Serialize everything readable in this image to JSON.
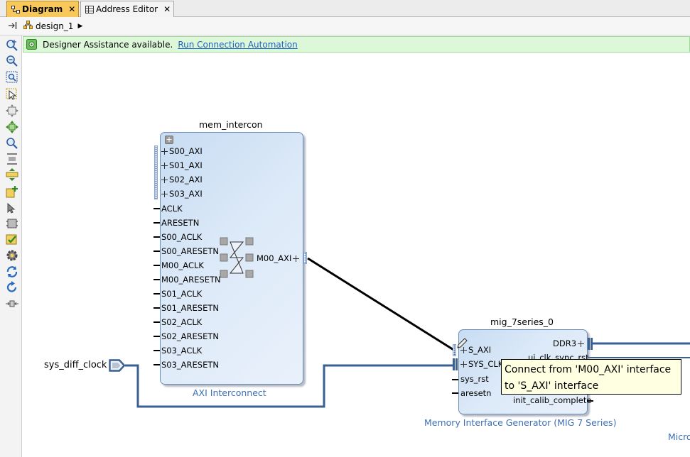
{
  "tabs": [
    {
      "label": "Diagram",
      "active": true
    },
    {
      "label": "Address Editor",
      "active": false
    }
  ],
  "breadcrumb": {
    "design": "design_1"
  },
  "assistance": {
    "message": "Designer Assistance available.",
    "link": "Run Connection Automation"
  },
  "colors": {
    "assist_bg": "#dcf8d8",
    "block_fill": "#d8e6f7",
    "ip_text": "#3d6fb6",
    "tab_active": "#f9c85a",
    "bus_wire": "#3a5f92"
  },
  "toolbar_icons": [
    "route-icon",
    "zoom-in-icon",
    "zoom-out-icon",
    "zoom-fit-icon",
    "select-icon",
    "move-icon",
    "auto-layout-icon",
    "search-icon",
    "stretch-icon",
    "expand-icon",
    "add-ip-icon",
    "pointer-icon",
    "add-module-icon",
    "validate-icon",
    "settings-icon",
    "regenerate-icon",
    "refresh-icon",
    "ports-icon"
  ],
  "blocks": {
    "interconnect": {
      "instance": "mem_intercon",
      "ip": "AXI Interconnect",
      "inputs": [
        "S00_AXI",
        "S01_AXI",
        "S02_AXI",
        "S03_AXI",
        "ACLK",
        "ARESETN",
        "S00_ACLK",
        "S00_ARESETN",
        "M00_ACLK",
        "M00_ARESETN",
        "S01_ACLK",
        "S01_ARESETN",
        "S02_ACLK",
        "S02_ARESETN",
        "S03_ACLK",
        "S03_ARESETN"
      ],
      "output": "M00_AXI"
    },
    "mig": {
      "instance": "mig_7series_0",
      "ip": "Memory Interface Generator (MIG 7 Series)",
      "inputs": [
        "S_AXI",
        "SYS_CLK",
        "sys_rst",
        "aresetn"
      ],
      "outputs": [
        "DDR3",
        "ui_clk_sync_rst",
        "init_calib_complete"
      ]
    }
  },
  "external_port": "sys_diff_clock",
  "tooltip": {
    "line1": "Connect from 'M00_AXI' interface",
    "line2": "to 'S_AXI' interface"
  },
  "cutoff_label": "Micro"
}
